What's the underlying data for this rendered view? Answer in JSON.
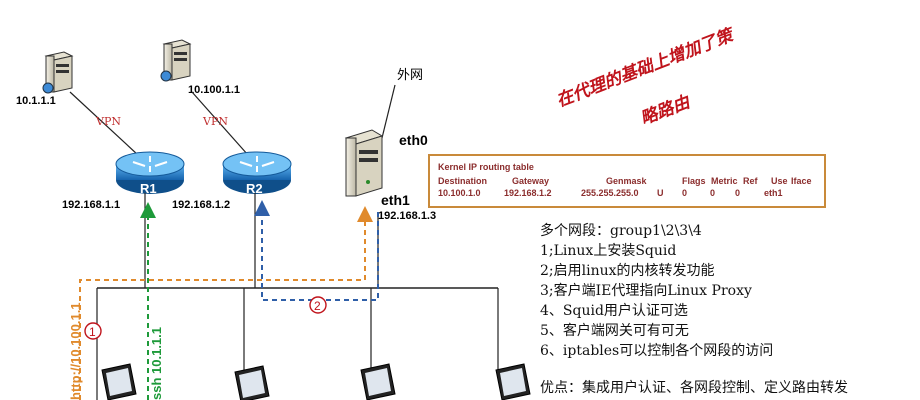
{
  "servers": [
    {
      "id": "srv1",
      "ip": "10.1.1.1"
    },
    {
      "id": "srv2",
      "ip": "10.100.1.1"
    },
    {
      "id": "proxy",
      "ip_eth0_label": "eth0",
      "eth1_label": "eth1",
      "ip": "192.168.1.3"
    }
  ],
  "vpn_label": "VPN",
  "internet_label": "外网",
  "routers": [
    {
      "name": "R1",
      "ip": "192.168.1.1"
    },
    {
      "name": "R2",
      "ip": "192.168.1.2"
    }
  ],
  "paths": {
    "path1_label": "http://10.100.1.1",
    "path1_marker": "1",
    "path2_marker": "2",
    "ssh_label": "ssh 10.1.1.1"
  },
  "annotation": {
    "line1": "在代理的基础上增加了策",
    "line2": "略路由"
  },
  "routing_table": {
    "title": "Kernel IP routing table",
    "headers": [
      "Destination",
      "Gateway",
      "Genmask",
      "Flags",
      "Metric",
      "Ref",
      "Use",
      "Iface"
    ],
    "row": [
      "10.100.1.0",
      "192.168.1.2",
      "255.255.255.0",
      "U",
      "0",
      "0",
      "0",
      "eth1"
    ]
  },
  "notes": [
    "多个网段：group1\\2\\3\\4",
    "1;Linux上安装Squid",
    "2;启用linux的内核转发功能",
    "3;客户端IE代理指向Linux Proxy",
    "4、Squid用户认证可选",
    "5、客户端网关可有可无",
    "6、iptables可以控制各个网段的访问"
  ],
  "advantages": "优点：集成用户认证、各网段控制、定义路由转发",
  "colors": {
    "orange_path": "#e08a2c",
    "green_path": "#1e9a3a",
    "blue_path": "#2f5fa8",
    "router": "#1e78c8",
    "annotation": "#c0141c"
  }
}
